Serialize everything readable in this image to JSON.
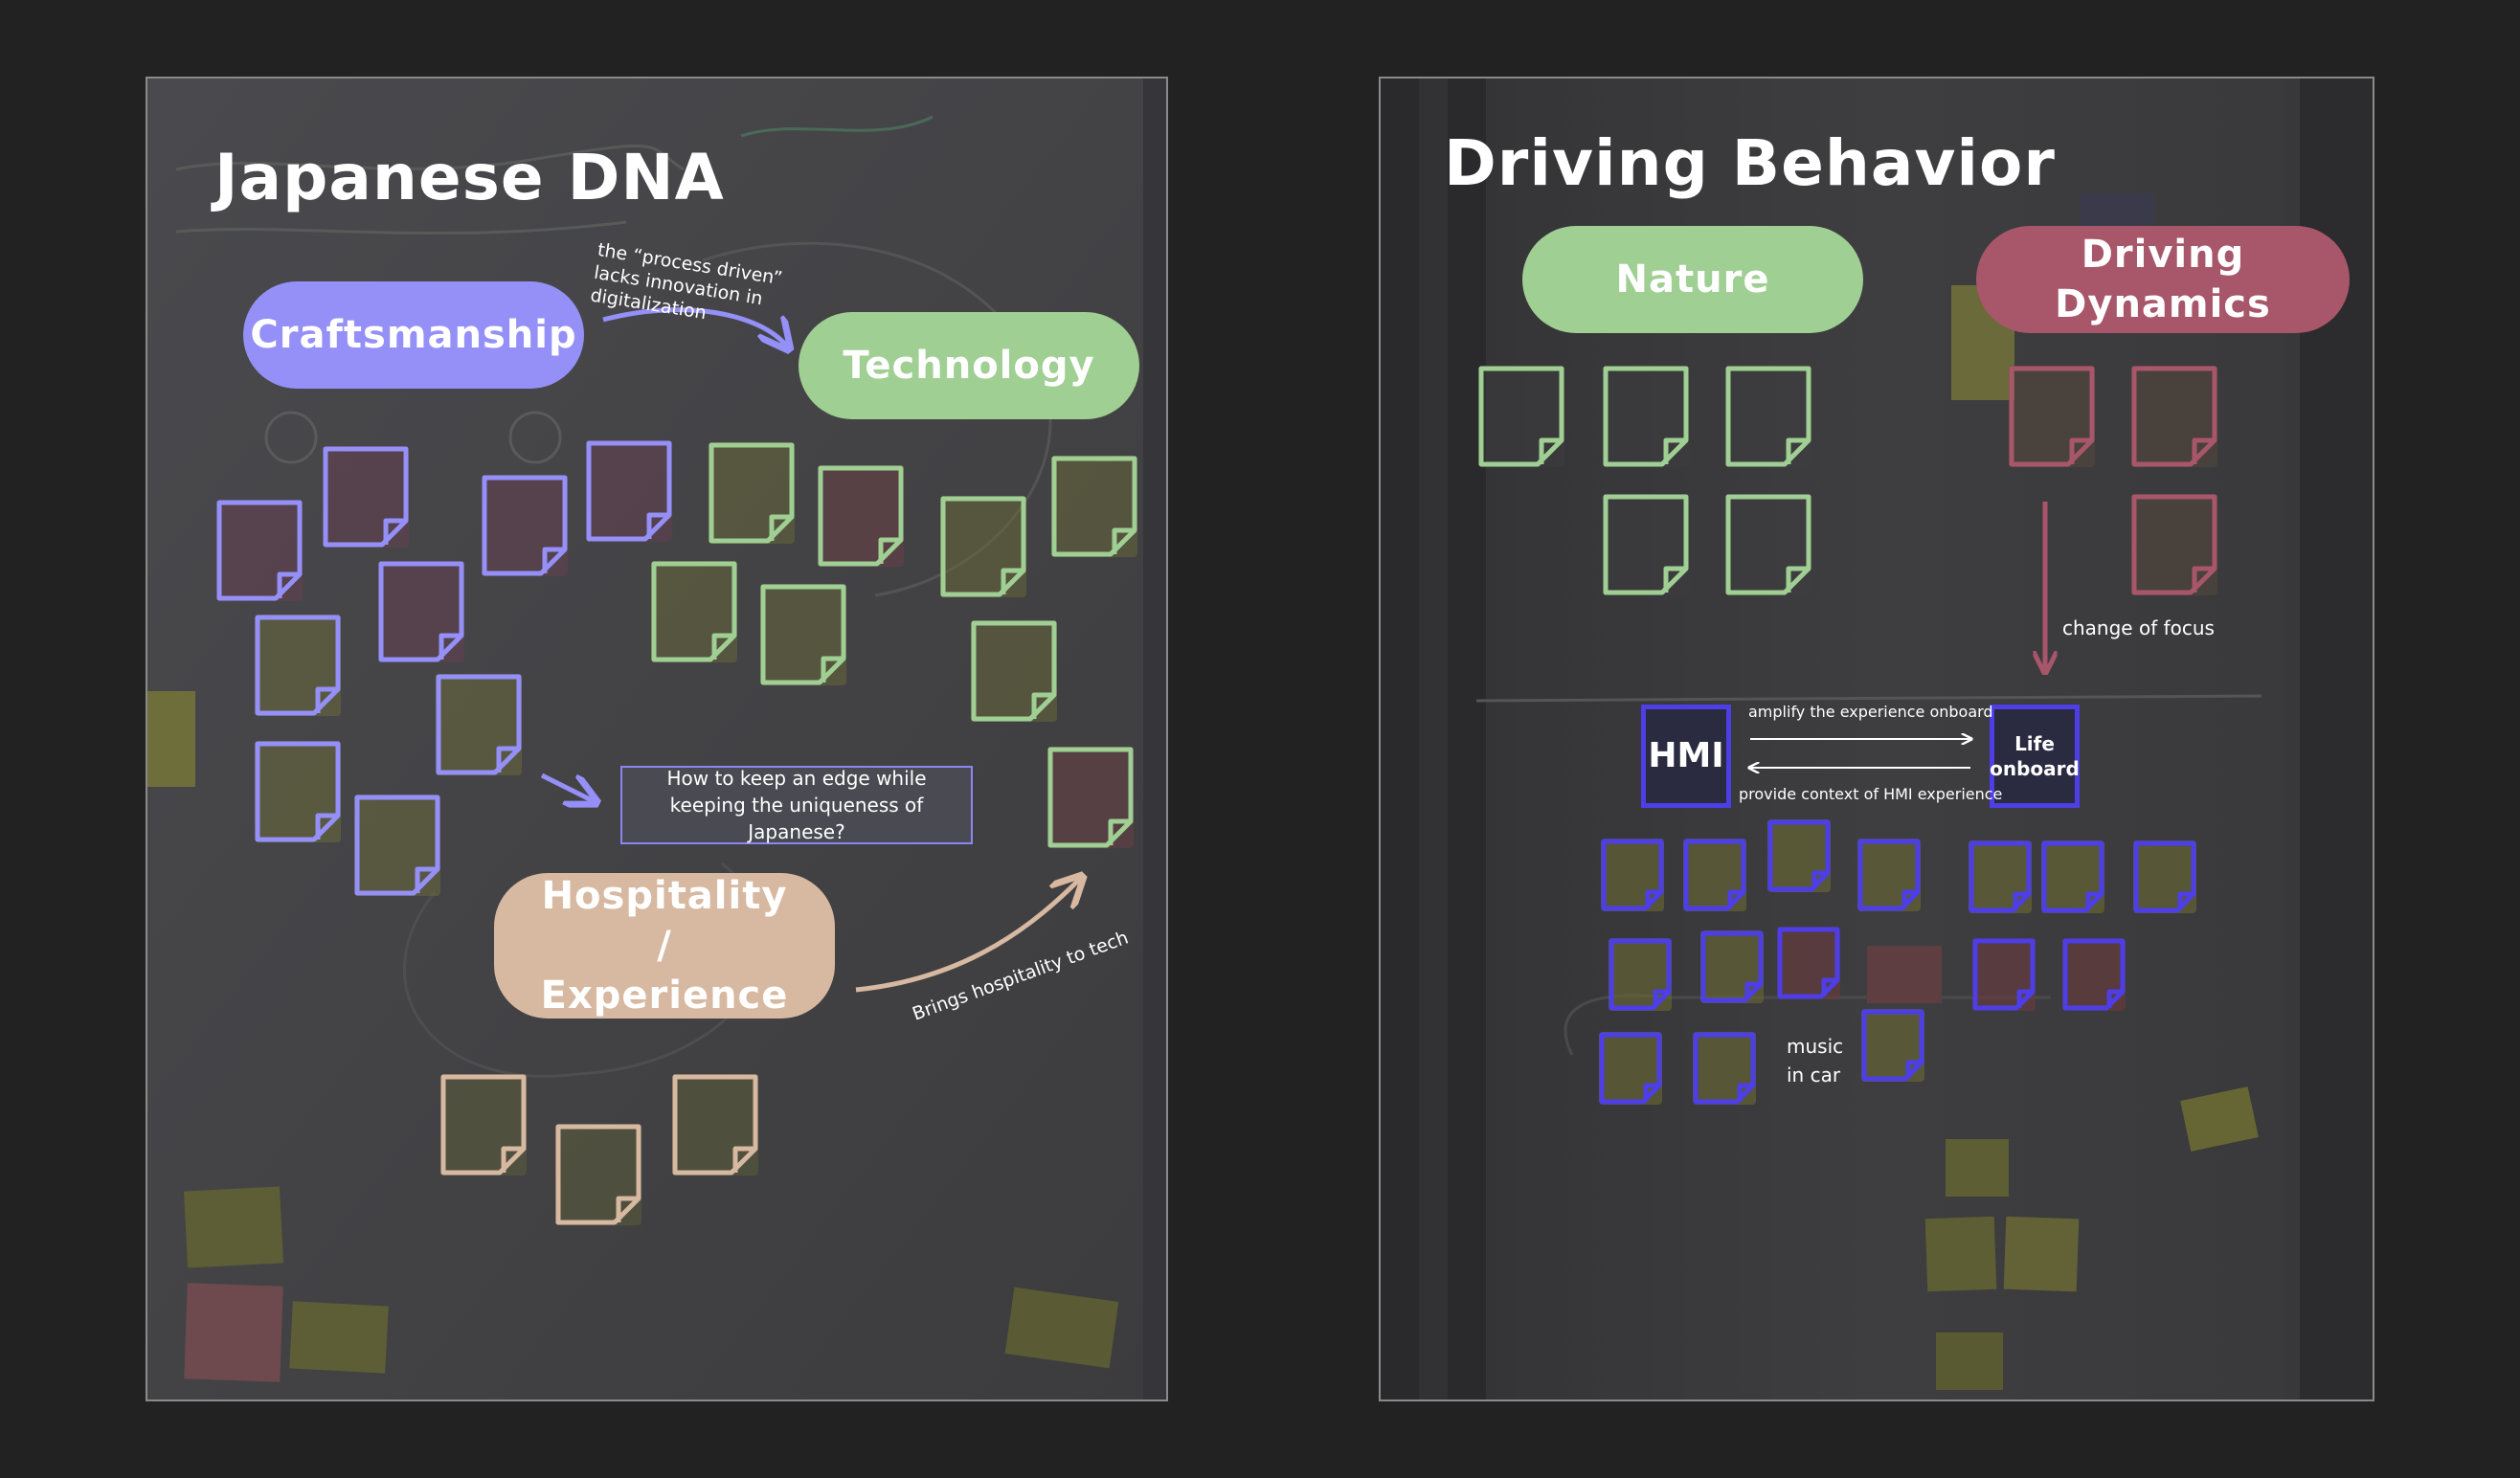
{
  "colors": {
    "craftsmanship": "#9590f7",
    "technology": "#a0cf94",
    "hospitality": "#d7b8a0",
    "nature": "#a0cf94",
    "driving_dynamics": "#a8566a",
    "hmi": "#4d3ee6"
  },
  "japanese_dna": {
    "title": "Japanese DNA",
    "craftsmanship_label": "Craftsmanship",
    "technology_label": "Technology",
    "hospitality_label": "Hospitality / Experience",
    "arrow_note_1": "the “process driven” lacks innovation in digitalization",
    "question": "How to keep an edge while keeping the uniqueness of Japanese?",
    "arrow_note_2": "Brings hospitality to tech"
  },
  "driving_behavior": {
    "title": "Driving Behavior",
    "nature_label": "Nature",
    "dynamics_label": "Driving Dynamics",
    "change_of_focus": "change of focus",
    "hmi_label": "HMI",
    "life_onboard_label": "Life onboard",
    "amplify_label": "amplify the experience onboard",
    "context_label": "provide context of HMI experience",
    "music_label": "music in car"
  }
}
